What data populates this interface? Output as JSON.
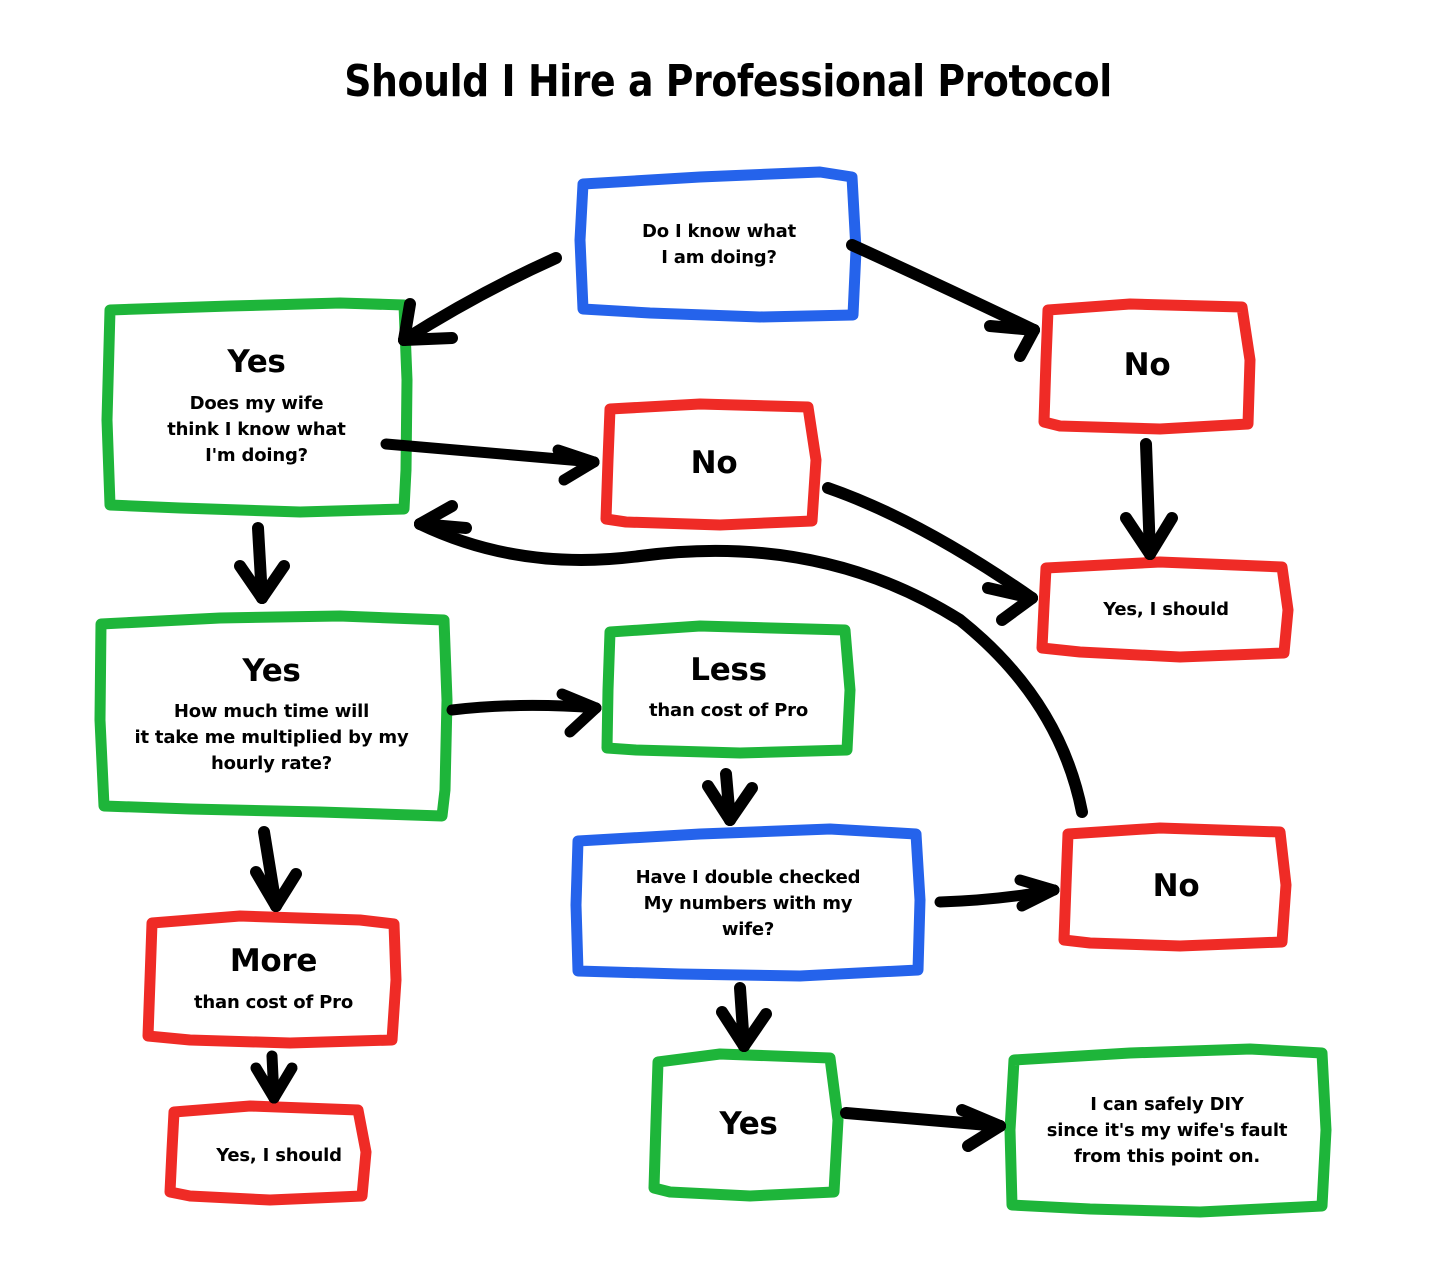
{
  "title": "Should I Hire a Professional Protocol",
  "colors": {
    "blue": "#2563eb",
    "green": "#1eb53a",
    "red": "#ef2b26",
    "arrow": "#000000",
    "background": "#ffffff"
  },
  "chart_data": {
    "type": "diagram",
    "title": "Should I Hire a Professional Protocol",
    "diagram_kind": "flowchart",
    "nodes": [
      {
        "id": "know",
        "color": "blue",
        "heading": "",
        "body": "Do I know what\nI am doing?"
      },
      {
        "id": "yes-wife",
        "color": "green",
        "heading": "Yes",
        "body": "Does my wife\nthink I know what\nI'm doing?"
      },
      {
        "id": "no-top",
        "color": "red",
        "heading": "No",
        "body": ""
      },
      {
        "id": "no-mid",
        "color": "red",
        "heading": "No",
        "body": ""
      },
      {
        "id": "yes-should-r",
        "color": "red",
        "heading": "",
        "body": "Yes, I should"
      },
      {
        "id": "yes-time",
        "color": "green",
        "heading": "Yes",
        "body": "How much time will\nit take me multiplied by my\nhourly rate?"
      },
      {
        "id": "less",
        "color": "green",
        "heading": "Less",
        "body": "than cost of Pro"
      },
      {
        "id": "check",
        "color": "blue",
        "heading": "",
        "body": "Have I double checked\nMy numbers with my\nwife?"
      },
      {
        "id": "no-right",
        "color": "red",
        "heading": "No",
        "body": ""
      },
      {
        "id": "more",
        "color": "red",
        "heading": "More",
        "body": "than cost of Pro"
      },
      {
        "id": "yes-bot",
        "color": "green",
        "heading": "Yes",
        "body": ""
      },
      {
        "id": "yes-should-b",
        "color": "red",
        "heading": "",
        "body": "Yes, I should"
      },
      {
        "id": "diy",
        "color": "green",
        "heading": "",
        "body": "I can safely DIY\nsince it's my wife's fault\nfrom this point on."
      }
    ],
    "edges": [
      {
        "from": "know",
        "to": "yes-wife",
        "label": ""
      },
      {
        "from": "know",
        "to": "no-top",
        "label": ""
      },
      {
        "from": "yes-wife",
        "to": "no-mid",
        "label": ""
      },
      {
        "from": "yes-wife",
        "to": "yes-time",
        "label": ""
      },
      {
        "from": "no-top",
        "to": "yes-should-r",
        "label": ""
      },
      {
        "from": "no-mid",
        "to": "yes-should-r",
        "label": ""
      },
      {
        "from": "yes-time",
        "to": "less",
        "label": ""
      },
      {
        "from": "yes-time",
        "to": "more",
        "label": ""
      },
      {
        "from": "less",
        "to": "check",
        "label": ""
      },
      {
        "from": "check",
        "to": "no-right",
        "label": ""
      },
      {
        "from": "check",
        "to": "yes-bot",
        "label": ""
      },
      {
        "from": "no-right",
        "to": "yes-wife",
        "label": ""
      },
      {
        "from": "more",
        "to": "yes-should-b",
        "label": ""
      },
      {
        "from": "yes-bot",
        "to": "diy",
        "label": ""
      }
    ]
  },
  "nodes": {
    "know": {
      "heading": "",
      "line1": "Do I know what",
      "line2": "I am doing?",
      "line3": ""
    },
    "yes_wife": {
      "heading": "Yes",
      "line1": "Does my wife",
      "line2": "think I know what",
      "line3": "I'm doing?"
    },
    "no_top": {
      "heading": "No",
      "line1": "",
      "line2": "",
      "line3": ""
    },
    "no_mid": {
      "heading": "No",
      "line1": "",
      "line2": "",
      "line3": ""
    },
    "yes_should_r": {
      "heading": "",
      "line1": "Yes, I should",
      "line2": "",
      "line3": ""
    },
    "yes_time": {
      "heading": "Yes",
      "line1": "How much time will",
      "line2": "it take me multiplied by my",
      "line3": "hourly rate?"
    },
    "less": {
      "heading": "Less",
      "line1": "than cost of Pro",
      "line2": "",
      "line3": ""
    },
    "check": {
      "heading": "",
      "line1": "Have I double checked",
      "line2": "My numbers with my",
      "line3": "wife?"
    },
    "no_right": {
      "heading": "No",
      "line1": "",
      "line2": "",
      "line3": ""
    },
    "more": {
      "heading": "More",
      "line1": "than cost of Pro",
      "line2": "",
      "line3": ""
    },
    "yes_bot": {
      "heading": "Yes",
      "line1": "",
      "line2": "",
      "line3": ""
    },
    "yes_should_b": {
      "heading": "",
      "line1": "Yes, I should",
      "line2": "",
      "line3": ""
    },
    "diy": {
      "heading": "",
      "line1": "I can safely DIY",
      "line2": "since it's my wife's fault",
      "line3": "from this point on."
    }
  }
}
